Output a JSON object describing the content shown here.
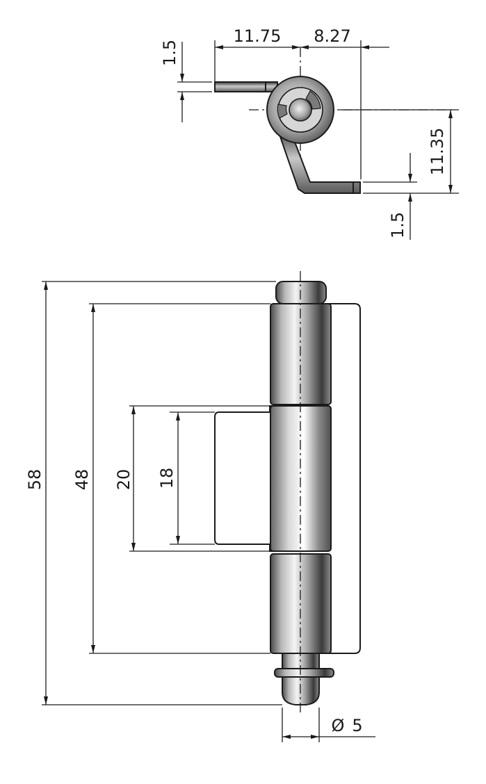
{
  "top_view": {
    "dims": {
      "width_left": "11.75",
      "width_right": "8.27",
      "thickness_top": "1.5",
      "height_right": "11.35",
      "thickness_bottom": "1.5"
    }
  },
  "front_view": {
    "dims": {
      "overall_height": "58",
      "knuckle_height": "48",
      "leaf_outer": "20",
      "leaf_inner": "18",
      "pin_diameter_symbol": "Ø",
      "pin_diameter": "5"
    }
  }
}
